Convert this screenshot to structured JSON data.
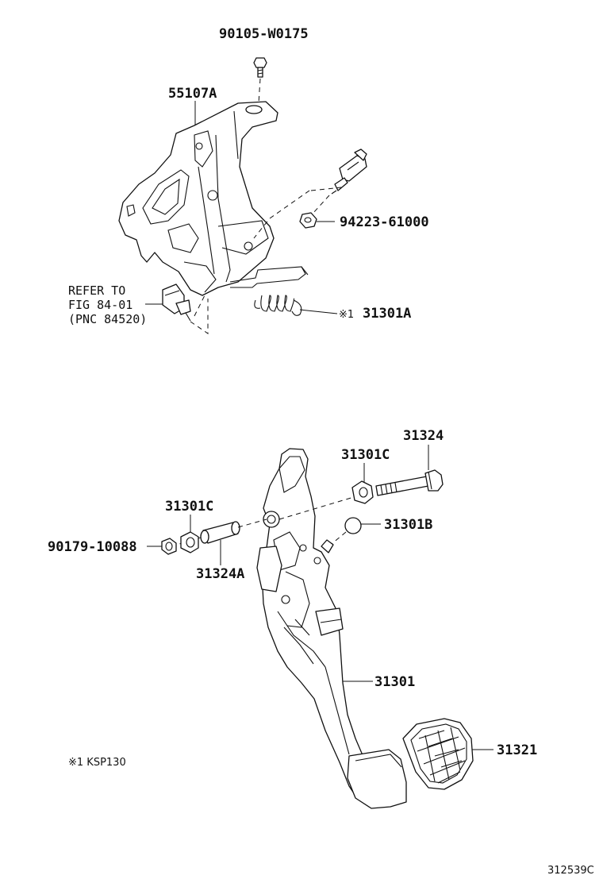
{
  "labels": {
    "bolt_top": "90105-W0175",
    "bracket": "55107A",
    "nut_switch": "94223-61000",
    "refer_line1": "REFER TO",
    "refer_line2": "FIG 84-01",
    "refer_line3": "(PNC 84520)",
    "spring_note": "※1",
    "spring": "31301A",
    "bolt_pivot": "31324",
    "bushing_right": "31301C",
    "bushing_left": "31301C",
    "cushion": "31301B",
    "nut_pivot": "90179-10088",
    "collar": "31324A",
    "pedal_lever": "31301",
    "pedal_pad": "31321",
    "footnote": "※1 KSP130",
    "drawing_number": "312539C"
  },
  "colors": {
    "line": "#111111",
    "background": "#ffffff"
  }
}
